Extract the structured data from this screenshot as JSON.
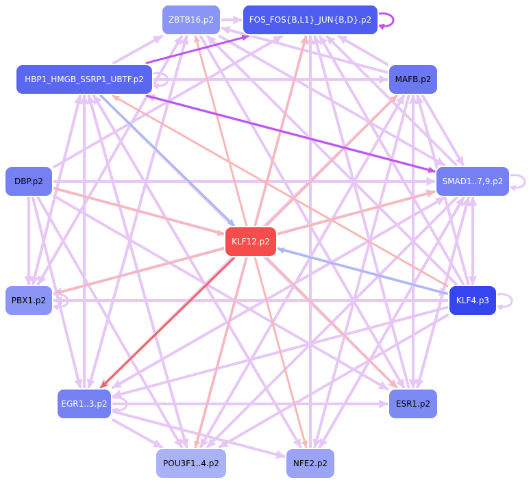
{
  "colors": {
    "background": "#ffffff",
    "edge_light": "#e6c7f5",
    "edge_purple": "#c054ee",
    "edge_pink": "#fbb6b6",
    "edge_red": "#f56262",
    "edge_blue": "#a9b9f2",
    "node_border": "#ffffff"
  },
  "nodes": [
    {
      "id": "zbtb16",
      "label": "ZBTB16.p2",
      "fill": "#8a95f5",
      "text": "#ffffff"
    },
    {
      "id": "fos",
      "label": "FOS_FOS{B,L1}_JUN{B,D}.p2",
      "fill": "#4e5cf0",
      "text": "#ffffff"
    },
    {
      "id": "hbp1",
      "label": "HBP1_HMGB_SSRP1_UBTF.p2",
      "fill": "#5a67f0",
      "text": "#ffffff"
    },
    {
      "id": "mafb",
      "label": "MAFB.p2",
      "fill": "#6c78f2",
      "text": "#000000"
    },
    {
      "id": "dbp",
      "label": "DBP.p2",
      "fill": "#7581f3",
      "text": "#000000"
    },
    {
      "id": "smad",
      "label": "SMAD1..7,9.p2",
      "fill": "#7480f3",
      "text": "#ffffff"
    },
    {
      "id": "klf12",
      "label": "KLF12.p2",
      "fill": "#f64c4c",
      "text": "#ffffff"
    },
    {
      "id": "pbx1",
      "label": "PBX1.p2",
      "fill": "#8a95f5",
      "text": "#000000"
    },
    {
      "id": "klf4",
      "label": "KLF4.p3",
      "fill": "#3546ee",
      "text": "#ffffff"
    },
    {
      "id": "egr",
      "label": "EGR1..3.p2",
      "fill": "#7581f3",
      "text": "#ffffff"
    },
    {
      "id": "esr1",
      "label": "ESR1.p2",
      "fill": "#7e8af4",
      "text": "#000000"
    },
    {
      "id": "pou3f1",
      "label": "POU3F1..4.p2",
      "fill": "#a9b1f7",
      "text": "#000000"
    },
    {
      "id": "nfe2",
      "label": "NFE2.p2",
      "fill": "#9aa3f6",
      "text": "#000000"
    }
  ],
  "edges": [
    {
      "from": "hbp1",
      "to": "zbtb16",
      "style": "light"
    },
    {
      "from": "hbp1",
      "to": "fos",
      "style": "purple"
    },
    {
      "from": "hbp1",
      "to": "mafb",
      "style": "light"
    },
    {
      "from": "hbp1",
      "to": "smad",
      "style": "purple"
    },
    {
      "from": "hbp1",
      "to": "klf12",
      "style": "blue"
    },
    {
      "from": "hbp1",
      "to": "pbx1",
      "style": "light"
    },
    {
      "from": "hbp1",
      "to": "esr1",
      "style": "light"
    },
    {
      "from": "hbp1",
      "to": "nfe2",
      "style": "light"
    },
    {
      "from": "hbp1",
      "to": "pou3f1",
      "style": "light"
    },
    {
      "from": "zbtb16",
      "to": "fos",
      "style": "light"
    },
    {
      "from": "zbtb16",
      "to": "pbx1",
      "style": "light"
    },
    {
      "from": "zbtb16",
      "to": "smad",
      "style": "light"
    },
    {
      "from": "zbtb16",
      "to": "esr1",
      "style": "light"
    },
    {
      "from": "zbtb16",
      "to": "egr",
      "style": "light"
    },
    {
      "from": "mafb",
      "to": "smad",
      "style": "light"
    },
    {
      "from": "mafb",
      "to": "zbtb16",
      "style": "light"
    },
    {
      "from": "mafb",
      "to": "esr1",
      "style": "light"
    },
    {
      "from": "mafb",
      "to": "egr",
      "style": "light"
    },
    {
      "from": "mafb",
      "to": "pou3f1",
      "style": "light"
    },
    {
      "from": "mafb",
      "to": "nfe2",
      "style": "light"
    },
    {
      "from": "mafb",
      "to": "fos",
      "style": "light"
    },
    {
      "from": "dbp",
      "to": "pbx1",
      "style": "light"
    },
    {
      "from": "dbp",
      "to": "egr",
      "style": "light"
    },
    {
      "from": "dbp",
      "to": "smad",
      "style": "light"
    },
    {
      "from": "dbp",
      "to": "klf12",
      "style": "pink"
    },
    {
      "from": "dbp",
      "to": "esr1",
      "style": "light"
    },
    {
      "from": "dbp",
      "to": "fos",
      "style": "light"
    },
    {
      "from": "dbp",
      "to": "klf4",
      "style": "light"
    },
    {
      "from": "dbp",
      "to": "pou3f1",
      "style": "light"
    },
    {
      "from": "smad",
      "to": "egr",
      "style": "light"
    },
    {
      "from": "smad",
      "to": "pbx1",
      "style": "light"
    },
    {
      "from": "smad",
      "to": "pou3f1",
      "style": "light"
    },
    {
      "from": "smad",
      "to": "nfe2",
      "style": "light"
    },
    {
      "from": "smad",
      "to": "esr1",
      "style": "light"
    },
    {
      "from": "smad",
      "to": "klf4",
      "style": "light"
    },
    {
      "from": "smad",
      "to": "fos",
      "style": "light"
    },
    {
      "from": "smad",
      "to": "hbp1",
      "style": "light"
    },
    {
      "from": "klf12",
      "to": "fos",
      "style": "pink"
    },
    {
      "from": "klf12",
      "to": "zbtb16",
      "style": "pink"
    },
    {
      "from": "klf12",
      "to": "mafb",
      "style": "pink"
    },
    {
      "from": "klf12",
      "to": "smad",
      "style": "pink"
    },
    {
      "from": "klf12",
      "to": "pbx1",
      "style": "pink"
    },
    {
      "from": "klf12",
      "to": "egr",
      "style": "red"
    },
    {
      "from": "klf12",
      "to": "pou3f1",
      "style": "pink"
    },
    {
      "from": "klf12",
      "to": "nfe2",
      "style": "pink"
    },
    {
      "from": "klf12",
      "to": "esr1",
      "style": "pink"
    },
    {
      "from": "klf4",
      "to": "klf12",
      "style": "blue"
    },
    {
      "from": "klf4",
      "to": "hbp1",
      "style": "pink"
    },
    {
      "from": "klf4",
      "to": "smad",
      "style": "light"
    },
    {
      "from": "klf4",
      "to": "egr",
      "style": "light"
    },
    {
      "from": "klf4",
      "to": "pbx1",
      "style": "light"
    },
    {
      "from": "klf4",
      "to": "zbtb16",
      "style": "light"
    },
    {
      "from": "klf4",
      "to": "mafb",
      "style": "light"
    },
    {
      "from": "klf4",
      "to": "fos",
      "style": "light"
    },
    {
      "from": "klf4",
      "to": "pou3f1",
      "style": "light"
    },
    {
      "from": "pbx1",
      "to": "zbtb16",
      "style": "light"
    },
    {
      "from": "pbx1",
      "to": "hbp1",
      "style": "light"
    },
    {
      "from": "pbx1",
      "to": "smad",
      "style": "light"
    },
    {
      "from": "egr",
      "to": "hbp1",
      "style": "light"
    },
    {
      "from": "egr",
      "to": "zbtb16",
      "style": "light"
    },
    {
      "from": "egr",
      "to": "mafb",
      "style": "light"
    },
    {
      "from": "egr",
      "to": "esr1",
      "style": "light"
    },
    {
      "from": "egr",
      "to": "pou3f1",
      "style": "light"
    },
    {
      "from": "egr",
      "to": "nfe2",
      "style": "light"
    },
    {
      "from": "egr",
      "to": "smad",
      "style": "light"
    },
    {
      "from": "esr1",
      "to": "smad",
      "style": "light"
    },
    {
      "from": "esr1",
      "to": "mafb",
      "style": "light"
    },
    {
      "from": "esr1",
      "to": "fos",
      "style": "light"
    },
    {
      "from": "nfe2",
      "to": "fos",
      "style": "light"
    },
    {
      "from": "nfe2",
      "to": "smad",
      "style": "light"
    },
    {
      "from": "nfe2",
      "to": "hbp1",
      "style": "light"
    },
    {
      "from": "pou3f1",
      "to": "hbp1",
      "style": "light"
    },
    {
      "from": "pou3f1",
      "to": "fos",
      "style": "light"
    },
    {
      "from": "pou3f1",
      "to": "mafb",
      "style": "light"
    }
  ],
  "self_loops": [
    "fos",
    "hbp1",
    "smad",
    "pbx1",
    "klf4",
    "egr"
  ]
}
